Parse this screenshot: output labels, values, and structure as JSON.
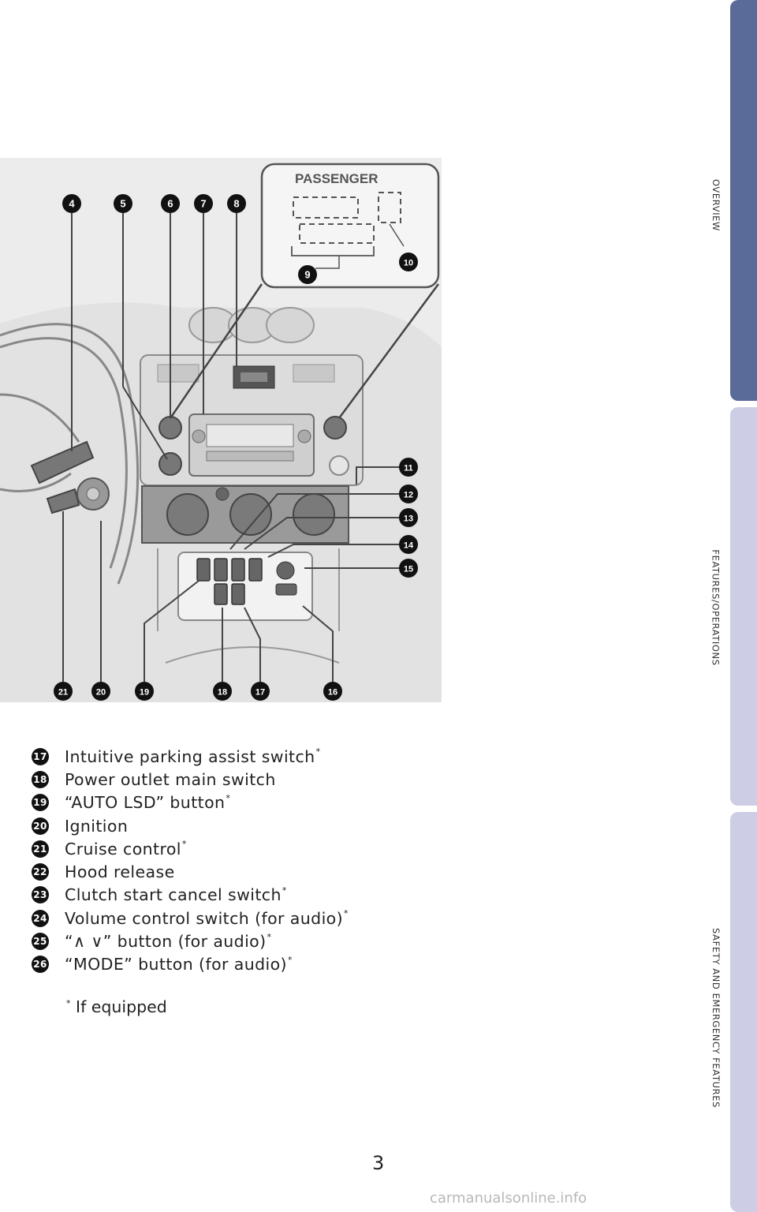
{
  "side_tabs": [
    {
      "label": "OVERVIEW",
      "color": "#5a6b99",
      "active": true
    },
    {
      "label": "FEATURES/OPERATIONS",
      "color": "#cdcde6",
      "active": false
    },
    {
      "label": "SAFETY AND EMERGENCY FEATURES",
      "color": "#cdcde6",
      "active": false
    }
  ],
  "diagram": {
    "passenger_label": "PASSENGER",
    "callouts": [
      "4",
      "5",
      "6",
      "7",
      "8",
      "9",
      "10",
      "11",
      "12",
      "13",
      "14",
      "15",
      "16",
      "17",
      "18",
      "19",
      "20",
      "21"
    ]
  },
  "legend": [
    {
      "num": "17",
      "text": "Intuitive parking assist switch",
      "star": "*"
    },
    {
      "num": "18",
      "text": "Power outlet main switch",
      "star": ""
    },
    {
      "num": "19",
      "text": "“AUTO LSD” button",
      "star": "*"
    },
    {
      "num": "20",
      "text": "Ignition",
      "star": ""
    },
    {
      "num": "21",
      "text": "Cruise control",
      "star": "*"
    },
    {
      "num": "22",
      "text": "Hood release",
      "star": ""
    },
    {
      "num": "23",
      "text": "Clutch start cancel switch",
      "star": "*"
    },
    {
      "num": "24",
      "text": "Volume control switch (for audio)",
      "star": "*"
    },
    {
      "num": "25",
      "text": "“∧ ∨” button (for audio)",
      "star": "*"
    },
    {
      "num": "26",
      "text": "“MODE” button (for audio)",
      "star": "*"
    }
  ],
  "footnote": {
    "star": "*",
    "text": "If equipped"
  },
  "page_number": "3",
  "watermark": "carmanualsonline.info"
}
